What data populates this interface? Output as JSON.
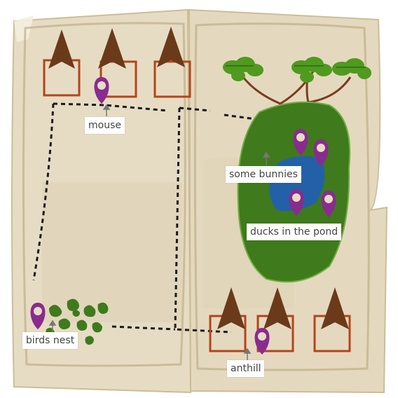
{
  "map": {
    "colors": {
      "parchment": "#e6dcc4",
      "parchment_dark": "#d8cbab",
      "border_line": "#bfae86",
      "house": "#b5441a",
      "roof": "#6b3a1a",
      "pin": "#8a2b8f",
      "pond": "#3f7a1c",
      "water": "#2460a8",
      "tree_leaf": "#4f9a1f",
      "tree_trunk": "#7b3b1e",
      "path": "#1a1a1a"
    },
    "icons": [
      "house-icon",
      "tree-icon",
      "pond",
      "bush-icon",
      "map-pin-icon",
      "dotted-path"
    ],
    "markers": [
      {
        "id": "mouse",
        "label": "mouse"
      },
      {
        "id": "bunnies",
        "label": "some bunnies"
      },
      {
        "id": "ducks",
        "label": "ducks in the pond"
      },
      {
        "id": "birds",
        "label": "birds nest"
      },
      {
        "id": "anthill",
        "label": "anthill"
      }
    ]
  }
}
